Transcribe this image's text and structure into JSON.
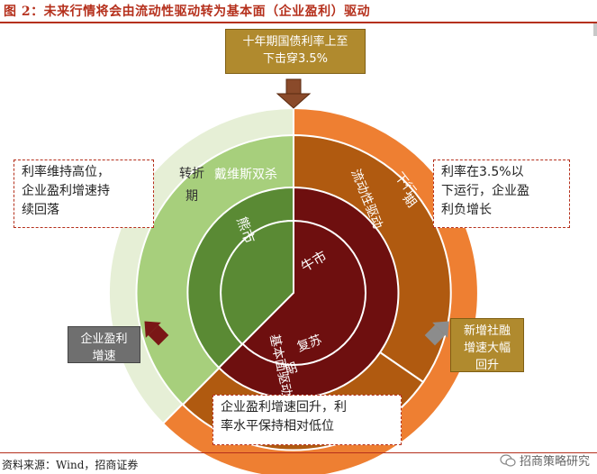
{
  "title": "图 2：未来行情将会由流动性驱动转为基本面（企业盈利）驱动",
  "top_box": {
    "line1": "十年期国债利率上至",
    "line2": "下击穿3.5%"
  },
  "left_box": {
    "line1": "利率维持高位，",
    "line2": "企业盈利增速持",
    "line3": "续回落"
  },
  "right_box": {
    "line1": "利率在3.5%以",
    "line2": "下运行，企业盈",
    "line3": "利负增长"
  },
  "bottom_box": {
    "line1": "企业盈利增速回升，利",
    "line2": "率水平保持相对低位"
  },
  "left_small_box": {
    "line1": "企业盈利",
    "line2": "增速"
  },
  "right_small_box": {
    "line1": "新增社融",
    "line2": "增速大幅",
    "line3": "回升"
  },
  "outer_ring": {
    "upturn": "复苏期",
    "downturn": "下行期",
    "turning": "转折期"
  },
  "middle_ring": {
    "liquidity": "流动性驱动",
    "fundamental": "基本面驱动",
    "davis": "戴维斯双杀"
  },
  "inner_ring": {
    "bull": "牛市",
    "bear": "熊市"
  },
  "footer": "资料来源：Wind，招商证券",
  "watermark": "招商策略研究",
  "colors": {
    "outer_orange": "#ee7f32",
    "outer_light_green": "#e6efd6",
    "middle_brown": "#b05a10",
    "middle_green": "#a7cf7c",
    "inner_dark_red": "#6e0f0f",
    "inner_green": "#5a8a34",
    "title_red": "#b5301c",
    "gold_box": "#b08a2e",
    "gray_box": "#6f6f6f"
  }
}
